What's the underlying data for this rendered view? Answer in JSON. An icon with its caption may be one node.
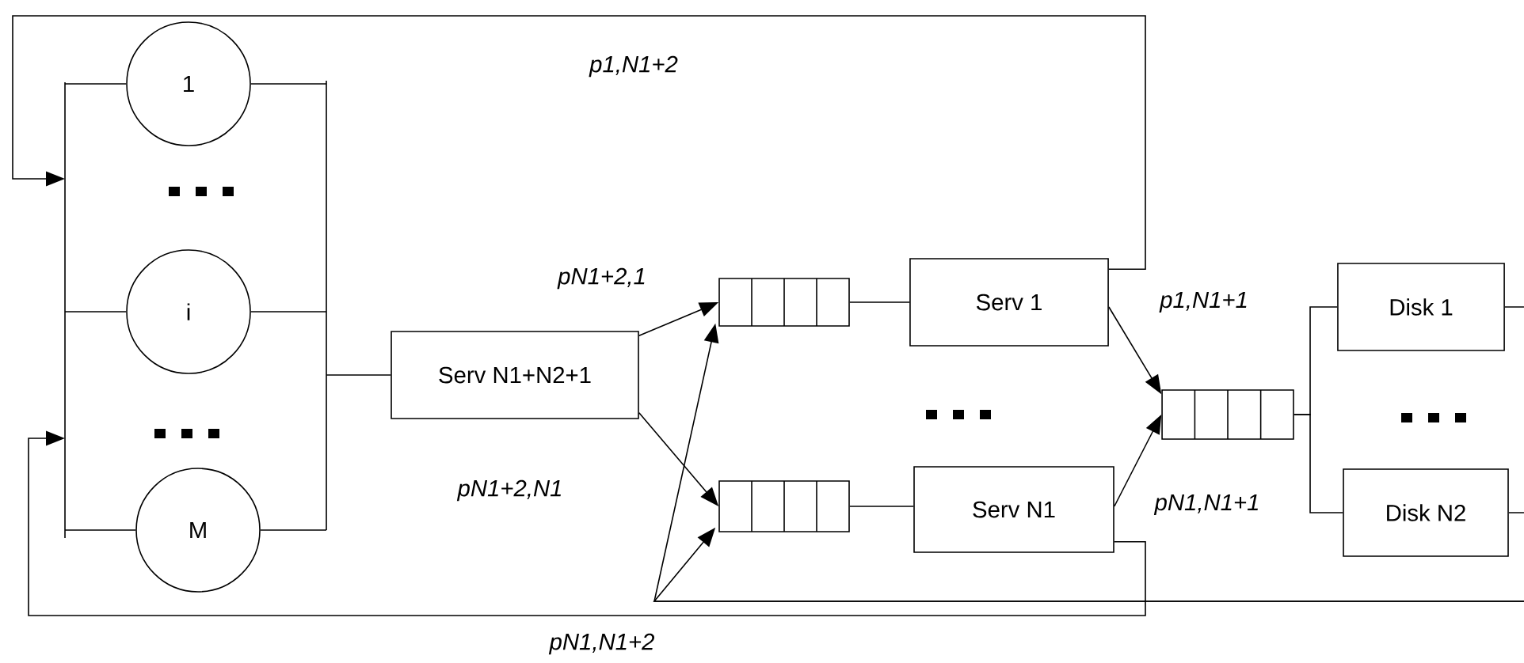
{
  "diagram": {
    "nodes": [
      {
        "text": [],
        "shape": "bar"
      },
      {
        "text": [
          "1"
        ]
      },
      {
        "text": [
          "i"
        ]
      },
      {
        "text": [
          "M"
        ]
      },
      {
        "text": [],
        "shape": "bar"
      },
      {
        "text": [
          "Serv N1+N2+1"
        ]
      },
      {
        "text": [],
        "shape": "queue"
      },
      {
        "text": [
          "Serv 1"
        ]
      },
      {
        "text": [],
        "shape": "queue"
      },
      {
        "text": [
          "Serv N1"
        ]
      },
      {
        "text": [],
        "shape": "queue"
      },
      {
        "text": [
          "Disk 1"
        ]
      },
      {
        "text": [
          "Disk N2"
        ]
      }
    ],
    "edges": [
      {
        "from": 0,
        "to": 1,
        "arrow": "none"
      },
      {
        "from": 0,
        "to": 2,
        "arrow": "none"
      },
      {
        "from": 0,
        "to": 3,
        "arrow": "none"
      },
      {
        "from": 1,
        "to": 4,
        "arrow": "none"
      },
      {
        "from": 2,
        "to": 4,
        "arrow": "none"
      },
      {
        "from": 3,
        "to": 4,
        "arrow": "none"
      },
      {
        "from": 4,
        "to": 5,
        "arrow": "none"
      },
      {
        "from": 5,
        "to": 6,
        "arrow": "to",
        "label": "pN1+2,1"
      },
      {
        "from": 5,
        "to": 8,
        "arrow": "to",
        "label": "pN1+2,N1"
      },
      {
        "from": 6,
        "to": 7,
        "arrow": "none"
      },
      {
        "from": 8,
        "to": 9,
        "arrow": "none"
      },
      {
        "from": 7,
        "to": 10,
        "arrow": "to",
        "label": "p1,N1+1"
      },
      {
        "from": 9,
        "to": 10,
        "arrow": "to",
        "label": "pN1,N1+1"
      },
      {
        "from": 10,
        "to": 11,
        "arrow": "none"
      },
      {
        "from": 10,
        "to": 12,
        "arrow": "none"
      },
      {
        "from": 7,
        "to": 0,
        "arrow": "to",
        "label": "p1,N1+2"
      },
      {
        "from": 9,
        "to": 0,
        "arrow": "to",
        "label": "pN1,N1+2"
      },
      {
        "from": null,
        "to": 6,
        "arrow": "to"
      },
      {
        "from": null,
        "to": 8,
        "arrow": "to"
      },
      {
        "from": 11,
        "to": null,
        "arrow": "none"
      },
      {
        "from": 12,
        "to": null,
        "arrow": "none"
      }
    ]
  }
}
